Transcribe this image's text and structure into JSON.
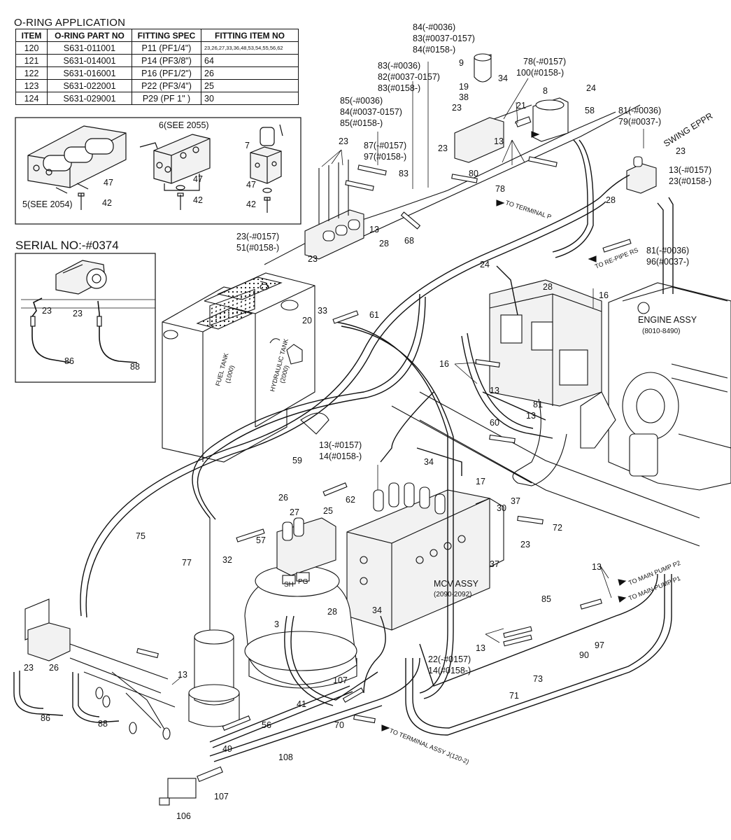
{
  "header": {
    "title": "O-RING APPLICATION"
  },
  "oring_table": {
    "headers": [
      "ITEM",
      "O-RING PART NO",
      "FITTING SPEC",
      "FITTING ITEM NO"
    ],
    "rows": [
      [
        "120",
        "S631-011001",
        "P11 (PF1/4\")",
        "23,26,27,33,36,48,53,54,55,56,62"
      ],
      [
        "121",
        "S631-014001",
        "P14 (PF3/8\")",
        "64"
      ],
      [
        "122",
        "S631-016001",
        "P16 (PF1/2\")",
        "26"
      ],
      [
        "123",
        "S631-022001",
        "P22 (PF3/4\")",
        "25"
      ],
      [
        "124",
        "S631-029001",
        "P29 (PF  1\" )",
        "30"
      ]
    ]
  },
  "inset_valves": {
    "lbl_5": "5(SEE 2054)",
    "lbl_6": "6(SEE 2055)",
    "lbl_7": "7",
    "lbl_47a": "47",
    "lbl_47b": "47",
    "lbl_47c": "47",
    "lbl_42a": "42",
    "lbl_42b": "42",
    "lbl_42c": "42"
  },
  "serial_inset": {
    "title": "SERIAL NO:-#0374",
    "lbl_23a": "23",
    "lbl_23b": "23",
    "lbl_86": "86",
    "lbl_88": "88"
  },
  "callouts": {
    "c84_0036": "84(-#0036)",
    "c83_0037": "83(#0037-0157)",
    "c84_0158": "84(#0158-)",
    "c9": "9",
    "c34a": "34",
    "c83_m0036": "83(-#0036)",
    "c82": "82(#0037-0157)",
    "c83_0158": "83(#0158-)",
    "c78_0157": "78(-#0157)",
    "c100": "100(#0158-)",
    "c19": "19",
    "c38": "38",
    "c8": "8",
    "c24a": "24",
    "c85_m0036": "85(-#0036)",
    "c84_0037": "84(#0037-0157)",
    "c85_0158": "85(#0158-)",
    "c23a": "23",
    "c21": "21",
    "c58": "58",
    "c81_m0036a": "81(-#0036)",
    "c79": "79(#0037-)",
    "c87": "87(-#0157)",
    "c97a": "97(#0158-)",
    "c23b": "23",
    "c23c": "23",
    "c13a": "13",
    "c13_m0157a": "13(-#0157)",
    "c23_0158a": "23(#0158-)",
    "c83": "83",
    "c80": "80",
    "c78": "78",
    "c28a": "28",
    "c13b": "13",
    "c28b": "28",
    "c68": "68",
    "c23_m0157": "23(-#0157)",
    "c51": "51(#0158-)",
    "c23d": "23",
    "c81_m0036b": "81(-#0036)",
    "c96": "96(#0037-)",
    "c24b": "24",
    "c28c": "28",
    "c16a": "16",
    "c33": "33",
    "c20": "20",
    "c61": "61",
    "c16b": "16",
    "c13c": "13",
    "c81": "81",
    "c13d": "13",
    "c60": "60",
    "c13_m0157b": "13(-#0157)",
    "c14_0158a": "14(#0158-)",
    "c59": "59",
    "c34b": "34",
    "c17": "17",
    "c62": "62",
    "c26a": "26",
    "c27": "27",
    "c25": "25",
    "c30": "30",
    "c37a": "37",
    "c72": "72",
    "c75": "75",
    "c57": "57",
    "c23e": "23",
    "c37b": "37",
    "c32": "32",
    "c77": "77",
    "c13e": "13",
    "c85": "85",
    "c34c": "34",
    "c28d": "28",
    "c3": "3",
    "c13f": "13",
    "c97b": "97",
    "c90": "90",
    "c22": "22(-#0157)",
    "c14_0158b": "14(#0158-)",
    "c23f": "23",
    "c26b": "26",
    "c13g": "13",
    "c107a": "107",
    "c73": "73",
    "c71": "71",
    "c41": "41",
    "c86": "86",
    "c88": "88",
    "c56": "56",
    "c70": "70",
    "c49": "49",
    "c108": "108",
    "c107b": "107",
    "c106": "106"
  },
  "notes": {
    "swing_eppr": "SWING EPPR",
    "engine_assy": "ENGINE ASSY",
    "engine_ref": "(8010-8490)",
    "mcv_assy": "MCV ASSY",
    "mcv_ref": "(2090-2092)",
    "fuel_tank": "FUEL TANK",
    "fuel_tank_ref": "(1000)",
    "hyd_tank": "HYDRAULIC TANK",
    "hyd_tank_ref": "(2000)",
    "to_main_pump_p2": "TO MAIN PUMP P2",
    "to_main_pump_p1": "TO MAIN PUMP P1",
    "to_terminal_assy": "TO TERMINAL ASSY J(120-2)",
    "to_re_pipe": "TO RE-PIPE RS",
    "to_terminal_p": "TO TERMINAL P",
    "sh": "SH",
    "pg": "PG"
  },
  "colors": {
    "ink": "#111111",
    "paper": "#ffffff",
    "fill_light": "#f2f2f2",
    "fill_mid": "#d9d9d9"
  }
}
